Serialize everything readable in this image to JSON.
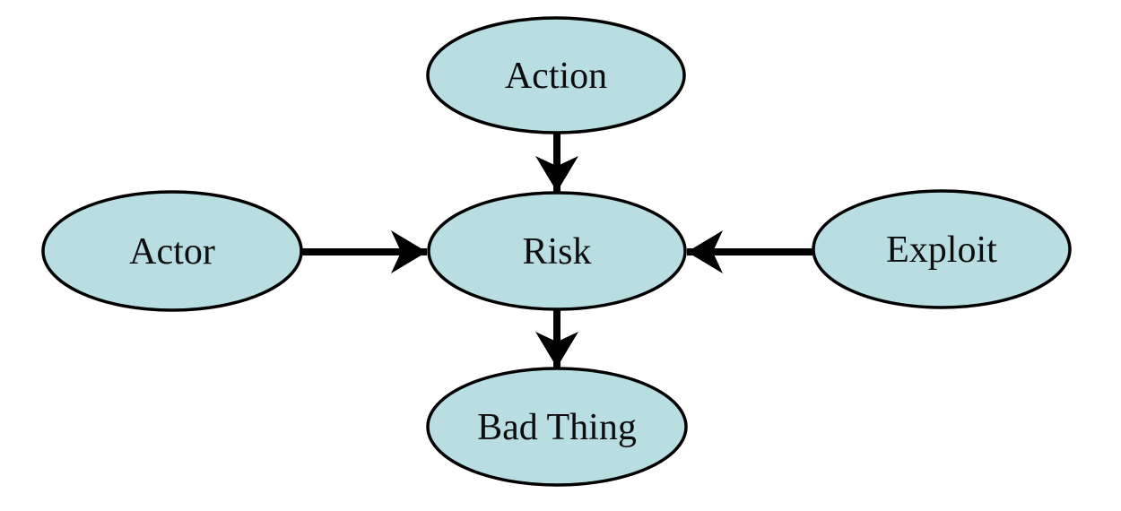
{
  "diagram": {
    "type": "flow-diagram",
    "background": "#ffffff",
    "colors": {
      "node_fill": "#b8dee2",
      "node_stroke": "#000000",
      "edge_color": "#000000",
      "label_color": "#0d0d0d"
    },
    "nodes": {
      "action": {
        "label": "Action"
      },
      "actor": {
        "label": "Actor"
      },
      "risk": {
        "label": "Risk"
      },
      "exploit": {
        "label": "Exploit"
      },
      "bad_thing": {
        "label": "Bad Thing"
      }
    },
    "edges": [
      {
        "from": "Action",
        "to": "Risk",
        "direction": "down"
      },
      {
        "from": "Actor",
        "to": "Risk",
        "direction": "right"
      },
      {
        "from": "Exploit",
        "to": "Risk",
        "direction": "left"
      },
      {
        "from": "Risk",
        "to": "Bad Thing",
        "direction": "down"
      }
    ]
  }
}
